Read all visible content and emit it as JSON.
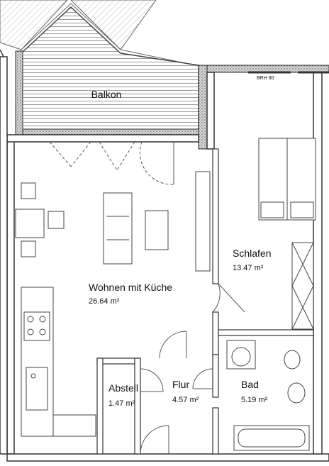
{
  "rooms": {
    "balkon": {
      "name": "Balkon"
    },
    "wohnen": {
      "name": "Wohnen mit Küche",
      "area": "26.64 m²"
    },
    "schlafen": {
      "name": "Schlafen",
      "area": "13.47 m²"
    },
    "abstell": {
      "name": "Abstell",
      "area": "1.47 m²"
    },
    "flur": {
      "name": "Flur",
      "area": "4.57 m²"
    },
    "bad": {
      "name": "Bad",
      "area": "5.19 m²"
    }
  },
  "annotations": {
    "window_sill": "BRH 80"
  },
  "colors": {
    "wall": "#333333",
    "line": "#444444",
    "hatch": "#9a9a9a",
    "wall_texture": "#cfcfcf"
  }
}
